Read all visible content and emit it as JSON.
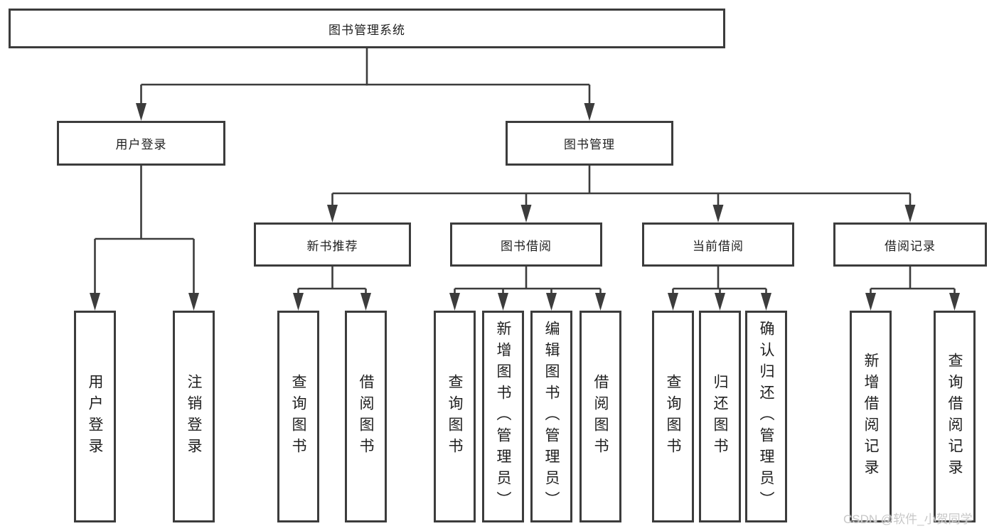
{
  "diagram": {
    "root": {
      "label": "图书管理系统"
    },
    "level2": [
      {
        "label": "用户登录"
      },
      {
        "label": "图书管理"
      }
    ],
    "level3": [
      {
        "label": "新书推荐"
      },
      {
        "label": "图书借阅"
      },
      {
        "label": "当前借阅"
      },
      {
        "label": "借阅记录"
      }
    ],
    "leaves": {
      "user_login": [
        "用户登录",
        "注销登录"
      ],
      "new_book": [
        "查询图书",
        "借阅图书"
      ],
      "book_borrow": [
        "查询图书",
        "新增图书（管理员）",
        "编辑图书（管理员）",
        "借阅图书"
      ],
      "current_borrow": [
        "查询图书",
        "归还图书",
        "确认归还（管理员）"
      ],
      "borrow_record": [
        "新增借阅记录",
        "查询借阅记录"
      ]
    },
    "colors": {
      "line": "#3c3c3c",
      "text": "#1f1f1f",
      "background": "#ffffff",
      "watermark": "#c8c8c8"
    }
  },
  "watermark": {
    "text": "CSDN @软件_小贺同学"
  }
}
